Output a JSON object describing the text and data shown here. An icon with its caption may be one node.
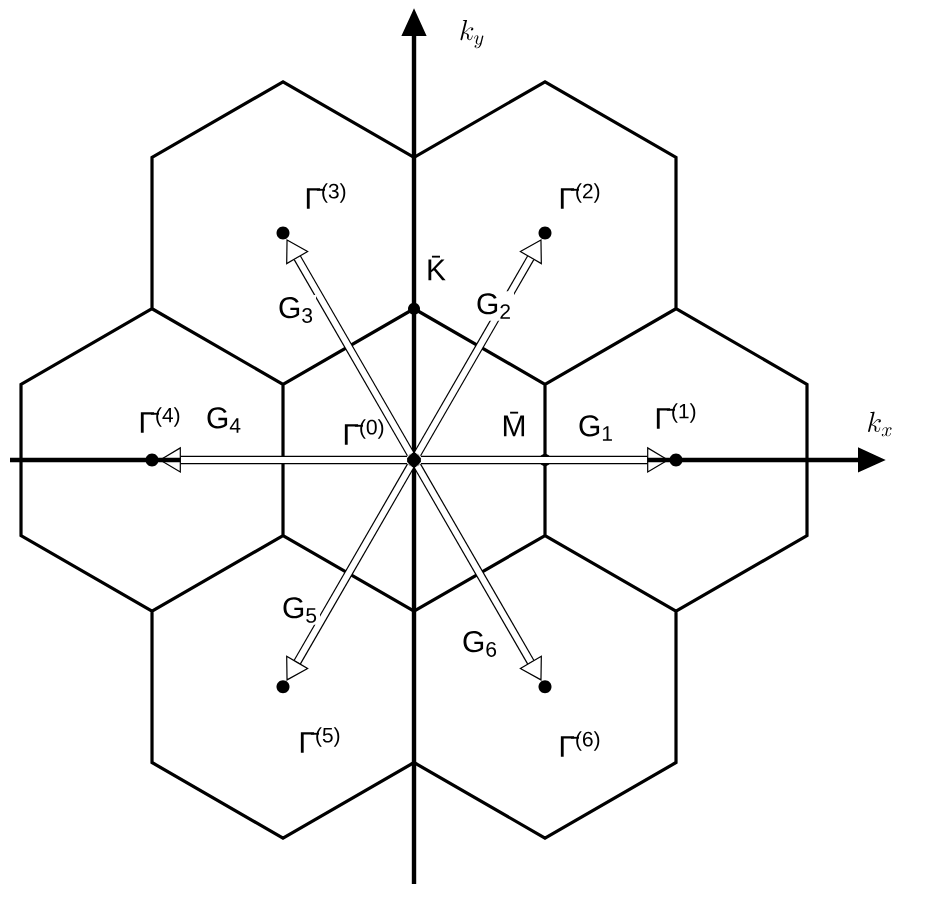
{
  "diagram": {
    "nodes": [
      {
        "text": [],
        "shape": "circle",
        "beside": [
          "Γ̄$^{(0)}$"
        ]
      },
      {
        "text": [],
        "shape": "circle",
        "beside": [
          "Γ̄$^{(1)}$"
        ]
      },
      {
        "text": [],
        "shape": "circle",
        "beside": [
          "Γ̄$^{(2)}$"
        ]
      },
      {
        "text": [],
        "shape": "circle",
        "beside": [
          "Γ̄$^{(3)}$"
        ]
      },
      {
        "text": [],
        "shape": "circle",
        "beside": [
          "Γ̄$^{(4)}$"
        ]
      },
      {
        "text": [],
        "shape": "circle",
        "beside": [
          "Γ̄$^{(5)}$"
        ]
      },
      {
        "text": [],
        "shape": "circle",
        "beside": [
          "Γ̄$^{(6)}$"
        ]
      }
    ],
    "edges": [
      {
        "from": 0,
        "to": 1,
        "arrow": "to",
        "label": "G$_{1}$"
      },
      {
        "from": 0,
        "to": 2,
        "arrow": "to",
        "label": "G$_{2}$"
      },
      {
        "from": 0,
        "to": 3,
        "arrow": "to",
        "label": "G$_{3}$"
      },
      {
        "from": 0,
        "to": 4,
        "arrow": "to",
        "label": "G$_{4}$"
      },
      {
        "from": 0,
        "to": 5,
        "arrow": "to",
        "label": "G$_{5}$"
      },
      {
        "from": 0,
        "to": 6,
        "arrow": "to",
        "label": "G$_{6}$"
      }
    ],
    "labels": [
      "k_y",
      "K̄",
      "k_x",
      "M̄"
    ]
  }
}
